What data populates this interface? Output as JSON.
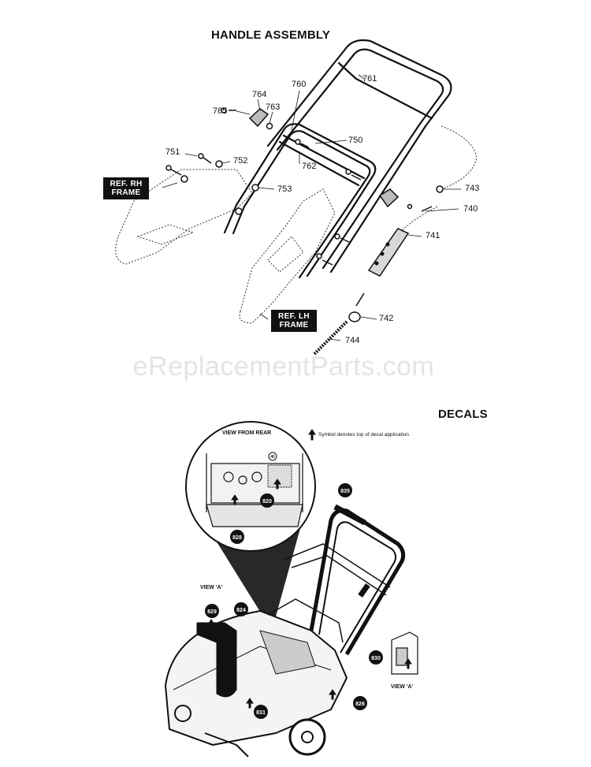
{
  "headings": {
    "handle_assembly": "HANDLE ASSEMBLY",
    "decals": "DECALS"
  },
  "handle_callouts": {
    "p761": "761",
    "p760": "760",
    "p764": "764",
    "p763": "763",
    "p765": "765",
    "p750": "750",
    "p751": "751",
    "p752": "752",
    "p762": "762",
    "p753": "753",
    "p743": "743",
    "p740": "740",
    "p741": "741",
    "p742": "742",
    "p744": "744"
  },
  "ref_labels": {
    "rh": "REF. RH FRAME",
    "lh": "REF. LH FRAME"
  },
  "watermark": "eReplacementParts.com",
  "decal_notes": {
    "view_from_rear": "VIEW FROM REAR",
    "symbol_note": "Symbol denotes top of decal application.",
    "view_a_top": "VIEW 'A'",
    "view_a_bottom": "VIEW 'A'"
  },
  "decal_badges": {
    "b835": "835",
    "b820": "820",
    "b828": "828",
    "b829": "829",
    "b824": "824",
    "b830": "830",
    "b831": "831",
    "b826": "826",
    "b40": "40"
  }
}
